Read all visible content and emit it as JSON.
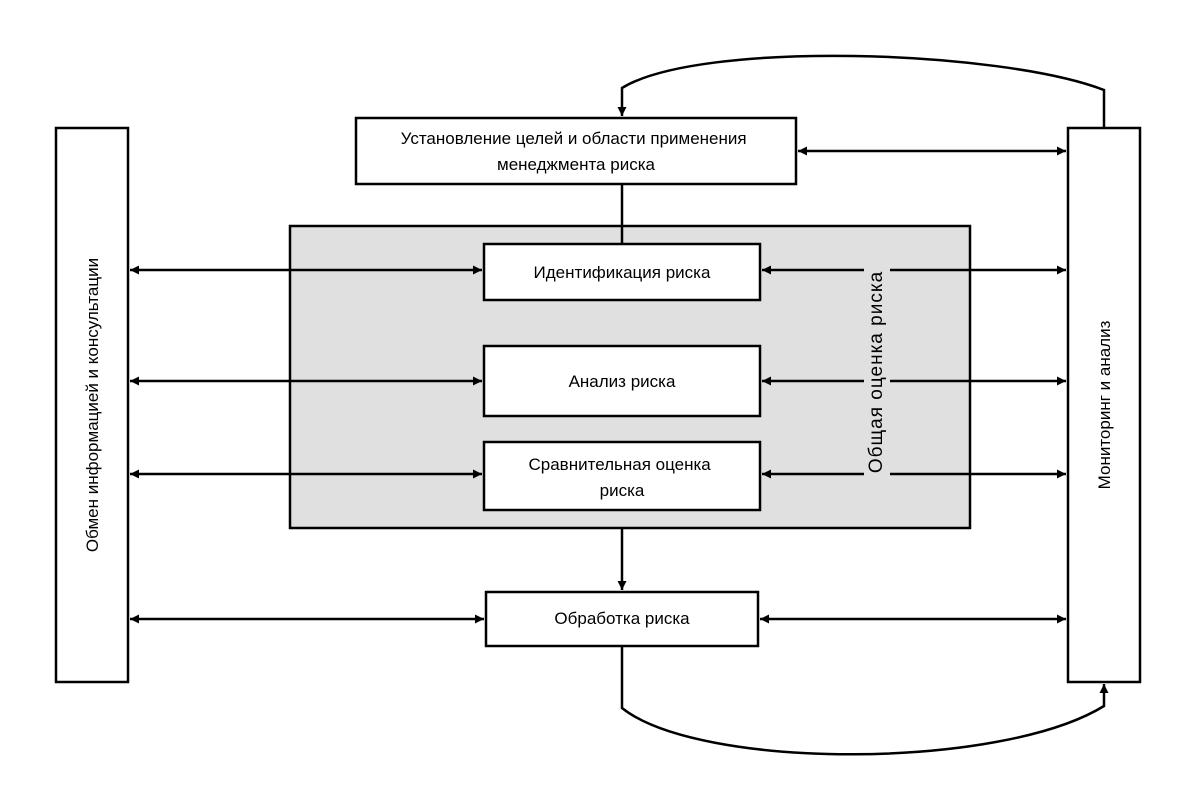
{
  "nodes": {
    "context": [
      "Установление целей и области применения",
      "менеджмента риска"
    ],
    "identification": "Идентификация риска",
    "analysis": "Анализ риска",
    "evaluation": [
      "Сравнительная оценка",
      "риска"
    ],
    "treatment": "Обработка риска",
    "communication": "Обмен информацией и консультации",
    "monitoring": "Мониторинг и анализ",
    "assessment": "Общая оценка риска"
  }
}
